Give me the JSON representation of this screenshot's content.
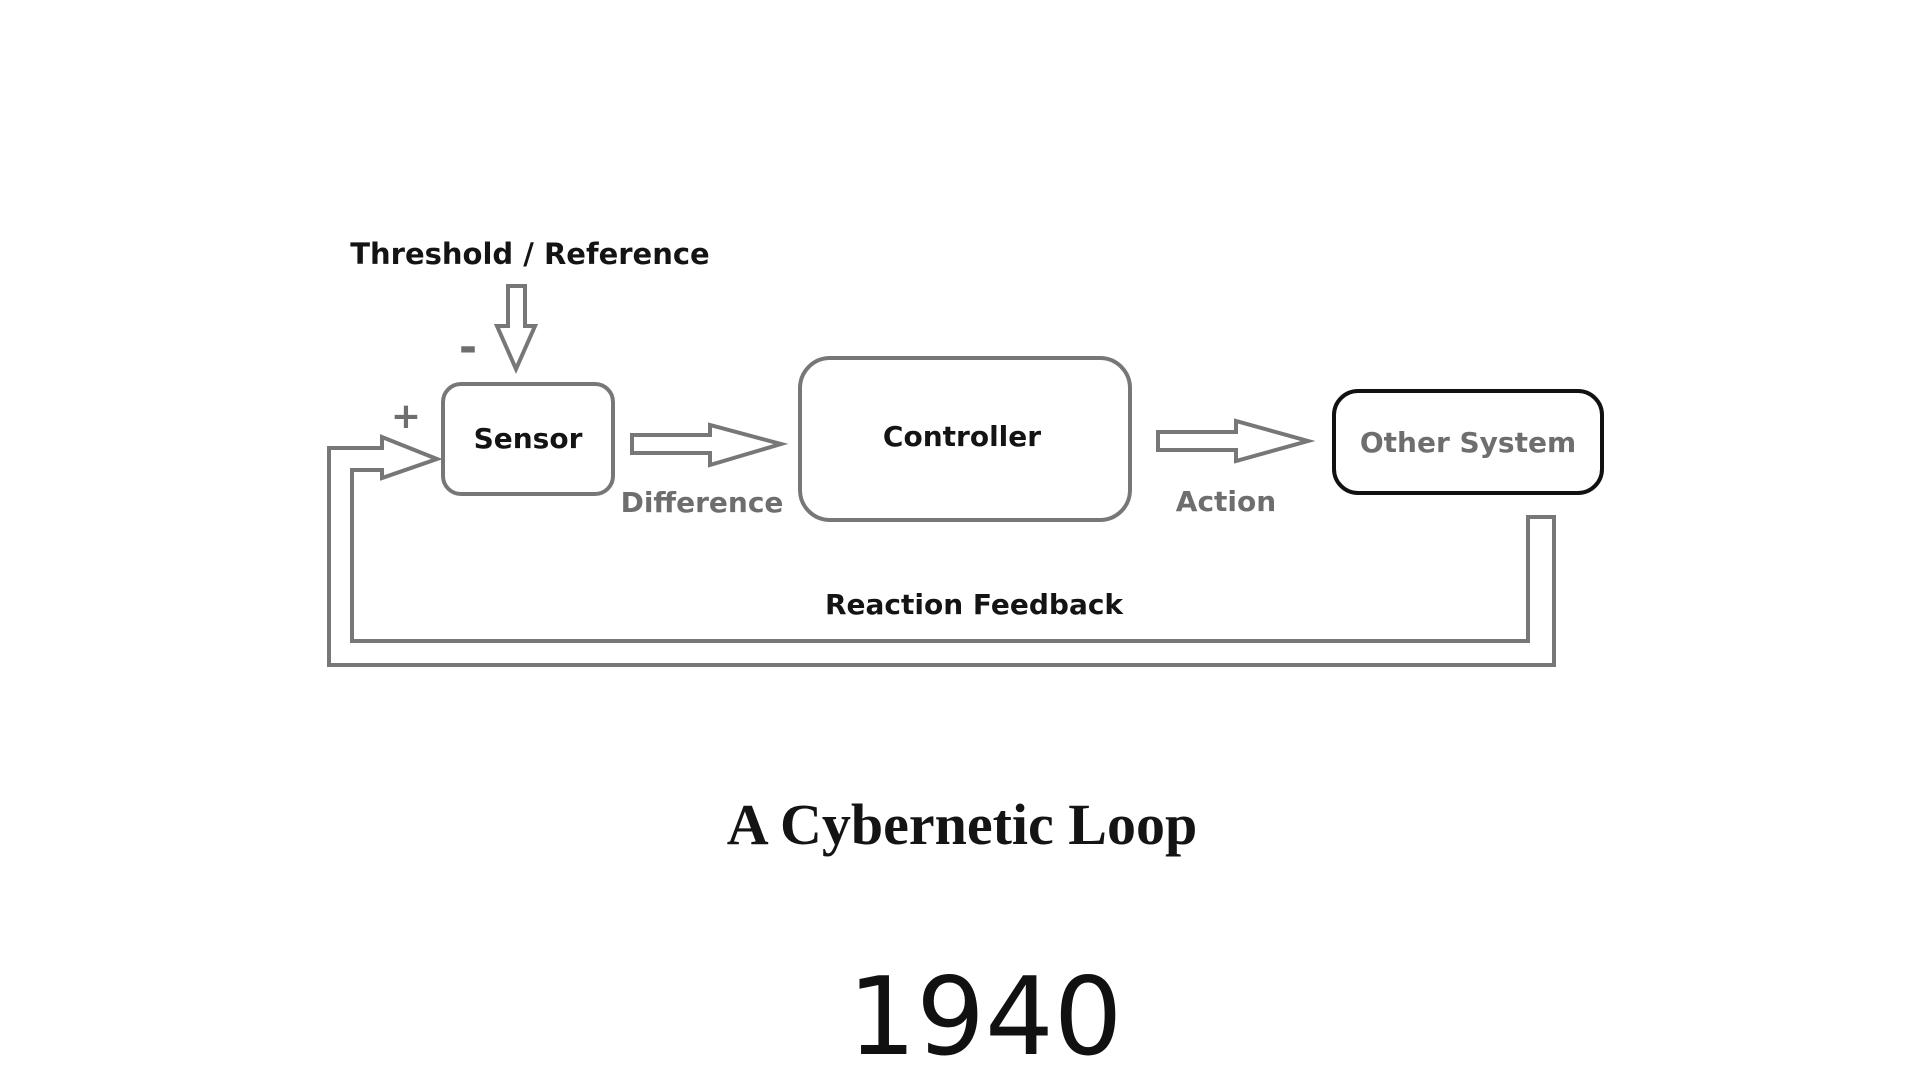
{
  "diagram": {
    "reference_label": "Threshold / Reference",
    "minus_sign": "-",
    "plus_sign": "+",
    "sensor_label": "Sensor",
    "difference_label": "Difference",
    "controller_label": "Controller",
    "action_label": "Action",
    "other_system_label": "Other System",
    "feedback_label": "Reaction Feedback"
  },
  "caption": {
    "title": "A Cybernetic Loop",
    "year": "1940"
  },
  "colors": {
    "line_gray": "#777777",
    "text_dark": "#141414",
    "text_gray": "#6e6e6e",
    "box_dark": "#111111"
  }
}
